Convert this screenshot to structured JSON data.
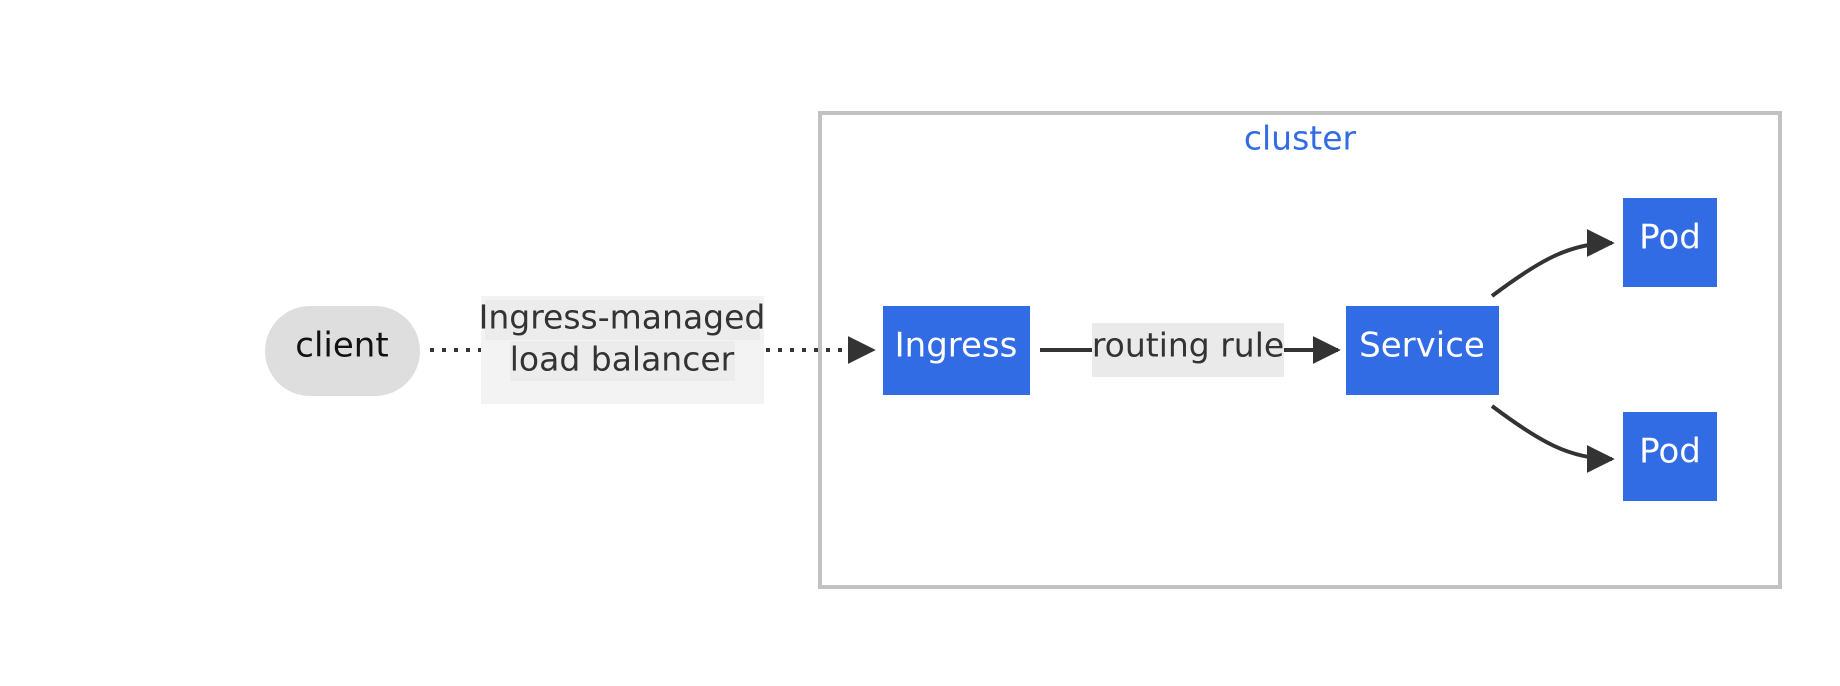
{
  "cluster": {
    "label": "cluster"
  },
  "nodes": {
    "client": "client",
    "ingress": "Ingress",
    "service": "Service",
    "pod_top": "Pod",
    "pod_bottom": "Pod"
  },
  "edges": {
    "client_to_ingress": {
      "line1": "Ingress-managed",
      "line2": "load balancer"
    },
    "ingress_to_service": "routing rule"
  },
  "colors": {
    "k8s_blue": "#326ce5",
    "client_fill": "#dedede",
    "cluster_border": "#c2c2c2",
    "cluster_label": "#326ce5",
    "edge": "#333333",
    "edge_label_bg": "#efefef"
  }
}
